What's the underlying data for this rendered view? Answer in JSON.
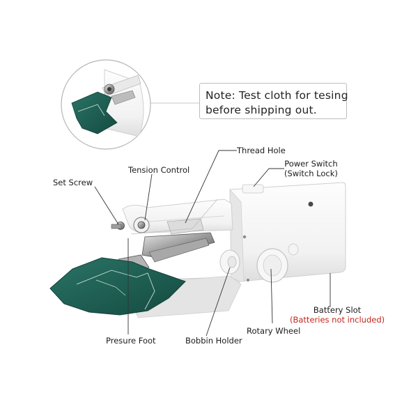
{
  "note": {
    "line1": "Note: Test cloth for tesing",
    "line2": "before shipping out."
  },
  "callouts": {
    "thread_hole": "Thread Hole",
    "power_switch": "Power Switch",
    "power_switch_sub": "(Switch Lock)",
    "tension_control": "Tension Control",
    "set_screw": "Set Screw",
    "battery_slot": "Battery Slot",
    "battery_slot_sub": "(Batteries not included)",
    "rotary_wheel": "Rotary Wheel",
    "bobbin_holder": "Bobbin Holder",
    "presure_foot": "Presure Foot"
  },
  "colors": {
    "fabric": "#1e5e52",
    "body": "#f4f4f4",
    "note_warning": "#c2261c"
  }
}
